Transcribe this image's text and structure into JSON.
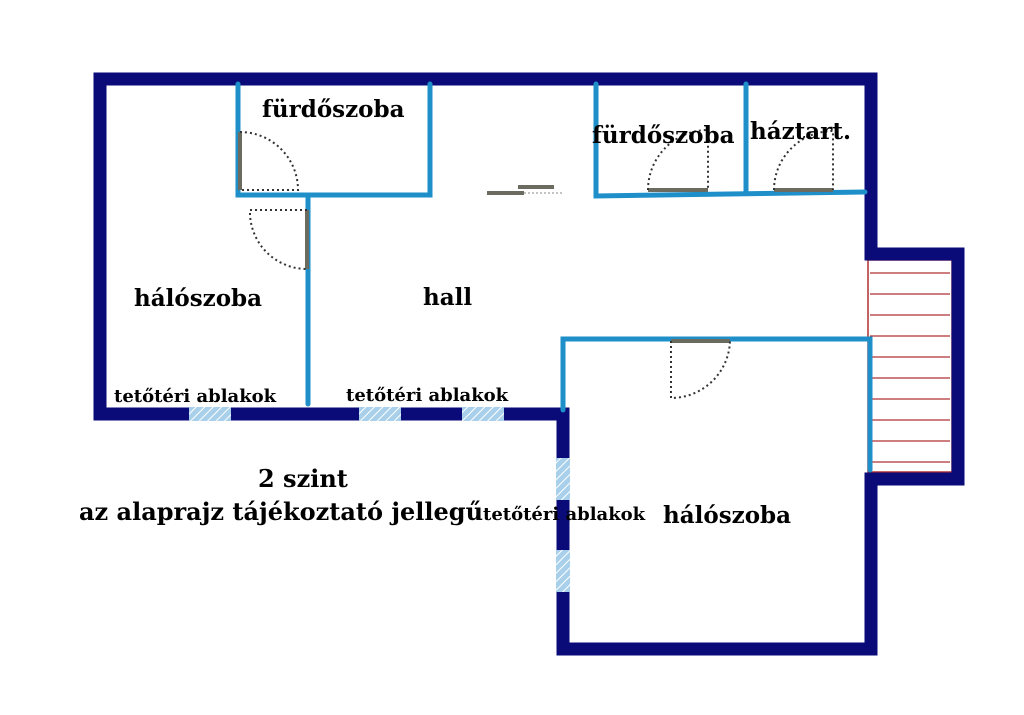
{
  "colors": {
    "outer_wall": "#0a0a78",
    "inner_wall": "#1e8fc8",
    "door": "#6b6b60",
    "stair": "#b03030",
    "window": "#a8d0ea"
  },
  "rooms": {
    "bathroom_1": "fürdőszoba",
    "bathroom_2": "fürdőszoba",
    "utility": "háztart.",
    "bedroom_left": "hálószoba",
    "hall": "hall",
    "bedroom_right": "hálószoba"
  },
  "windows": {
    "left_label": "tetőtéri ablakok",
    "middle_label": "tetőtéri ablakok",
    "right_label": "tetőtéri ablakok"
  },
  "notes": {
    "level": "2 szint",
    "disclaimer": "az alaprajz tájékoztató jellegű"
  }
}
